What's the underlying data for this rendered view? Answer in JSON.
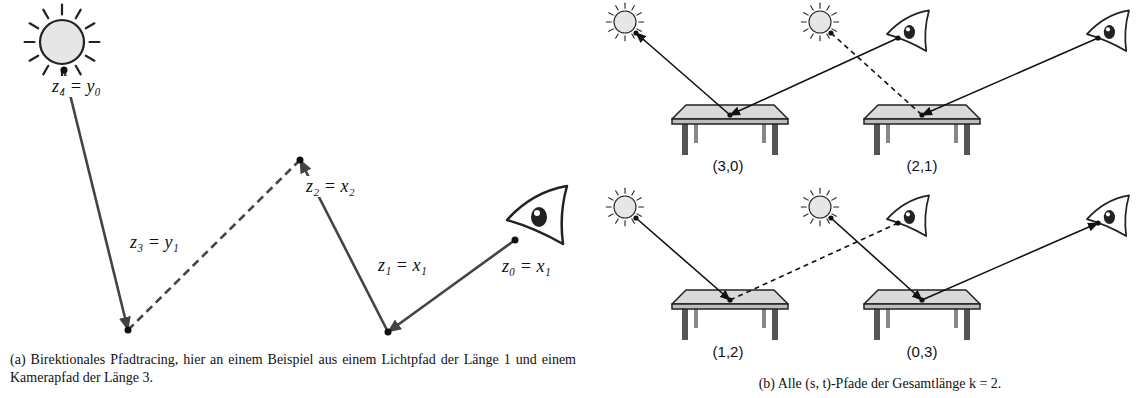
{
  "diagram": {
    "labels": [
      "z₄ = y₀",
      "z₃ = y₁",
      "z₂ = x₂",
      "z₁ = x₁",
      "z₀ = x₁",
      "(a) Birektionales Pfadtracing, hier an einem Beispiel aus einem Lichtpfad der Länge 1 und einem Kamerapfad der Länge 3.",
      "(3,0)",
      "(2,1)",
      "(1,2)",
      "(0,3)",
      "(b) Alle (s, t)-Pfade der Gesamtlänge k = 2."
    ]
  }
}
